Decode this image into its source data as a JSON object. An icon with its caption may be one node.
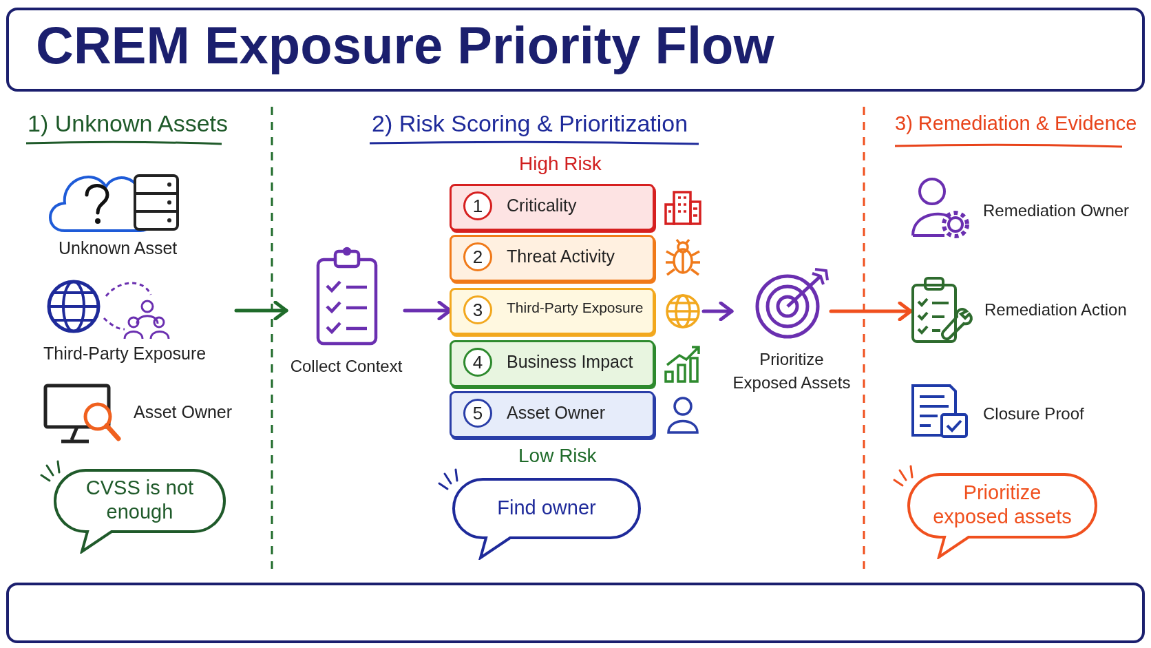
{
  "diagram": {
    "title": "CREM Exposure Priority Flow",
    "nodes": [
      {
        "text": [
          "Collect Context"
        ]
      },
      {
        "text": [
          "1",
          "Criticality"
        ]
      },
      {
        "text": [
          "2",
          "Threat Activity"
        ]
      },
      {
        "text": [
          "3",
          "Third-Party Exposure"
        ]
      },
      {
        "text": [
          "4",
          "Business Impact"
        ]
      },
      {
        "text": [
          "5",
          "Asset Owner"
        ]
      },
      {
        "text": [
          "Prioritize Exposed Assets"
        ]
      },
      {
        "text": [
          "CVSS is not enough"
        ]
      },
      {
        "text": [
          "Find owner"
        ]
      },
      {
        "text": [
          "Prioritize exposed assets"
        ]
      },
      {
        "text": [
          "Remediation Action"
        ]
      }
    ],
    "edges": [
      {
        "from": null,
        "to": 0,
        "arrow": "to",
        "color": "#1f6b2a"
      },
      {
        "from": 0,
        "to": 3,
        "arrow": "to",
        "color": "#6a2fb0"
      },
      {
        "from": 3,
        "to": 6,
        "arrow": "to",
        "color": "#6a2fb0"
      },
      {
        "from": 6,
        "to": 10,
        "arrow": "to",
        "color": "#f0501e"
      }
    ],
    "labels": [
      "1) Unknown Assets",
      "2) Risk Scoring & Prioritization",
      "3) Remediation & Evidence",
      "High Risk",
      "Unknown Asset",
      "Third-Party Exposure",
      "Asset Owner",
      "Remediation Owner",
      "Closure Proof",
      "Low Risk"
    ]
  }
}
